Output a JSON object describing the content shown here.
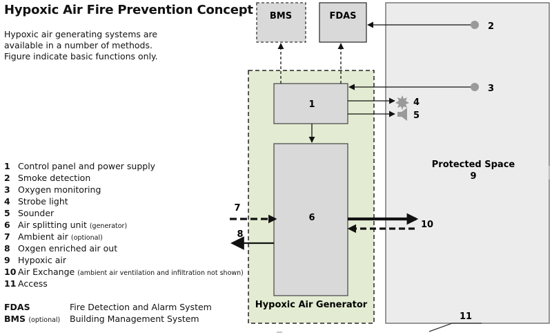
{
  "title": "Hypoxic Air Fire Prevention Concept",
  "intro": [
    "Hypoxic air generating systems are",
    "available in a number of methods.",
    "Figure indicate basic functions only."
  ],
  "legend": [
    {
      "num": "1",
      "label": "Control panel and power supply",
      "note": ""
    },
    {
      "num": "2",
      "label": "Smoke detection",
      "note": ""
    },
    {
      "num": "3",
      "label": "Oxygen monitoring",
      "note": ""
    },
    {
      "num": "4",
      "label": "Strobe light",
      "note": ""
    },
    {
      "num": "5",
      "label": "Sounder",
      "note": ""
    },
    {
      "num": "6",
      "label": "Air splitting unit",
      "note": "(generator)"
    },
    {
      "num": "7",
      "label": "Ambient air",
      "note": "(optional)"
    },
    {
      "num": "8",
      "label": "Oxgen enriched air out",
      "note": ""
    },
    {
      "num": "9",
      "label": "Hypoxic air",
      "note": ""
    },
    {
      "num": "10",
      "label": "Air Exchange",
      "note": "(ambient air ventilation and infiltration not shown)"
    },
    {
      "num": "11",
      "label": "Access",
      "note": ""
    }
  ],
  "abbreviations": [
    {
      "key": "FDAS",
      "key_note": "",
      "meaning": "Fire Detection and Alarm System"
    },
    {
      "key": "BMS",
      "key_note": "(optional)",
      "meaning": "Building Management System"
    }
  ],
  "diagram": {
    "bms_label": "BMS",
    "fdas_label": "FDAS",
    "control_panel_label": "1",
    "splitter_label": "6",
    "generator_label": "Hypoxic Air Generator",
    "protected_space_label": "Protected Space",
    "protected_space_num": "9",
    "smoke_num": "2",
    "oxygen_num": "3",
    "strobe_num": "4",
    "sounder_num": "5",
    "ambient_num": "7",
    "enriched_num": "8",
    "exchange_num": "10",
    "access_num": "11"
  },
  "colors": {
    "generator_fill": "#e3ecd2",
    "box_fill": "#d9d9d9",
    "space_fill": "#ececec",
    "device_grey": "#9a9a9a"
  }
}
